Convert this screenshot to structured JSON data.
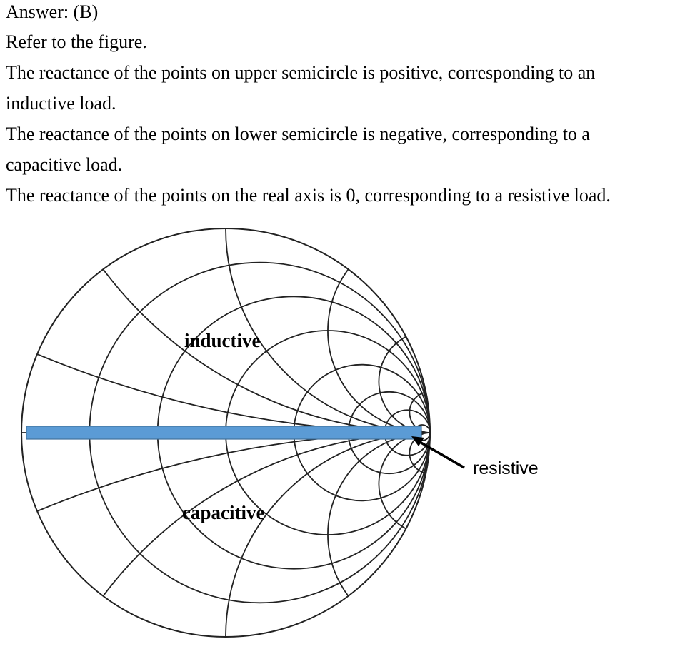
{
  "text": {
    "answer": "Answer: (B)",
    "refer": "Refer to the figure.",
    "upper_1": "The reactance of the points on upper semicircle is positive, corresponding to an",
    "upper_2": "inductive load.",
    "lower_1": "The reactance of the points on lower semicircle is negative, corresponding to a",
    "lower_2": "capacitive load.",
    "real_axis": "The reactance of the points on the real axis is 0, corresponding to a resistive load."
  },
  "figure": {
    "label_inductive": "inductive",
    "label_capacitive": "capacitive",
    "label_resistive": "resistive",
    "highlight_color": "#5b9bd5",
    "highlight_border": "#41719c",
    "line_color": "#222222"
  }
}
